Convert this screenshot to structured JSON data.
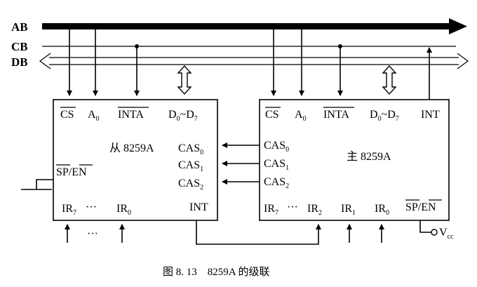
{
  "buses": {
    "ab": "AB",
    "cb": "CB",
    "db": "DB"
  },
  "slave": {
    "cs": "CS",
    "a0": "A",
    "a0_sub": "0",
    "inta": "INTA",
    "data": "D",
    "data_sub1": "0",
    "data_mid": "~D",
    "data_sub2": "7",
    "title": "从 8259A",
    "cas": [
      "CAS",
      "CAS",
      "CAS"
    ],
    "cas_sub": [
      "0",
      "1",
      "2"
    ],
    "sp_en": "SP/EN",
    "ir_left": "IR",
    "ir_left_sub": "7",
    "dots": "···",
    "ir_right": "IR",
    "ir_right_sub": "0",
    "int": "INT",
    "input_dots": "···"
  },
  "master": {
    "cs": "CS",
    "a0": "A",
    "a0_sub": "0",
    "inta": "INTA",
    "data": "D",
    "data_sub1": "0",
    "data_mid": "~D",
    "data_sub2": "7",
    "int": "INT",
    "title": "主 8259A",
    "cas": [
      "CAS",
      "CAS",
      "CAS"
    ],
    "cas_sub": [
      "0",
      "1",
      "2"
    ],
    "ir": [
      "IR",
      "IR",
      "IR",
      "IR"
    ],
    "ir_sub": [
      "7",
      "2",
      "1",
      "0"
    ],
    "dots": "···",
    "sp_en": "SP/EN",
    "vcc": "V",
    "vcc_sub": "cc"
  },
  "caption": "图 8. 13　8259A 的级联"
}
